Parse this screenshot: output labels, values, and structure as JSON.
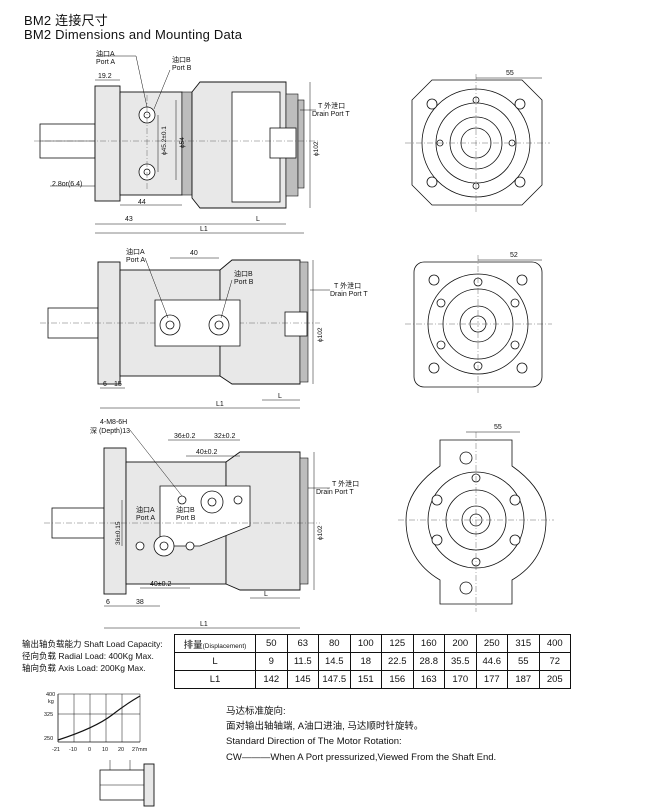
{
  "title": {
    "cn": "BM2 连接尺寸",
    "en": "BM2 Dimensions and Mounting Data"
  },
  "drawing1": {
    "port_a": "油口A",
    "port_a_en": "Port A",
    "port_b": "油口B",
    "port_b_en": "Port B",
    "drain": "T 外泄口",
    "drain_en": "Drain Port T",
    "dim_19_2": "19.2",
    "dim_45_2": "ϕ45.2±0.1",
    "dim_54": "ϕ54",
    "dim_102": "ϕ102",
    "dim_28": "2.8or(6.4)",
    "dim_44": "44",
    "dim_43": "43",
    "dim_L": "L",
    "dim_L1": "L1",
    "dim_55": "55"
  },
  "drawing2": {
    "port_a": "油口A",
    "port_a_en": "Port A",
    "port_b": "油口B",
    "port_b_en": "Port B",
    "drain": "T 外泄口",
    "drain_en": "Drain Port T",
    "dim_40": "40",
    "dim_102": "ϕ102",
    "dim_6": "6",
    "dim_15": "15",
    "dim_L": "L",
    "dim_L1": "L1",
    "dim_52": "52"
  },
  "drawing3": {
    "thread": "4-M8-6H",
    "depth": "深 (Depth)13",
    "dim_36": "36±0.2",
    "dim_32": "32±0.2",
    "dim_40a": "40±0.2",
    "port_b": "油口B",
    "port_b_en": "Port B",
    "port_a": "油口A",
    "port_a_en": "Port A",
    "drain": "T 外泄口",
    "drain_en": "Drain Port T",
    "dim_36v": "36±0.15",
    "dim_102": "ϕ102",
    "dim_40b": "40±0.2",
    "dim_6": "6",
    "dim_38": "38",
    "dim_L": "L",
    "dim_L1": "L1",
    "dim_55": "55"
  },
  "load": {
    "line1": "输出轴负载能力 Shaft Load Capacity:",
    "line2": "径向负载 Radial Load: 400Kg Max.",
    "line3": "轴向负载 Axis Load: 200Kg Max."
  },
  "graph": {
    "y_ticks": [
      "400",
      "325",
      "250"
    ],
    "y_unit": "kg",
    "x_ticks": [
      "-21",
      "-10",
      "0",
      "10",
      "20",
      "27mm"
    ]
  },
  "table": {
    "header_label": "排量",
    "header_small": "(Displacement)",
    "header": [
      "50",
      "63",
      "80",
      "100",
      "125",
      "160",
      "200",
      "250",
      "315",
      "400"
    ],
    "rows": [
      {
        "label": "L",
        "values": [
          "9",
          "11.5",
          "14.5",
          "18",
          "22.5",
          "28.8",
          "35.5",
          "44.6",
          "55",
          "72"
        ]
      },
      {
        "label": "L1",
        "values": [
          "142",
          "145",
          "147.5",
          "151",
          "156",
          "163",
          "170",
          "177",
          "187",
          "205"
        ]
      }
    ]
  },
  "rotation": {
    "line1": "马达标准旋向:",
    "line2": "面对输出轴轴端, A油口进油, 马达顺时针旋转。",
    "line3": "Standard Direction of The Motor Rotation:",
    "line4": "CW———When A Port pressurized,Viewed From the Shaft End."
  }
}
